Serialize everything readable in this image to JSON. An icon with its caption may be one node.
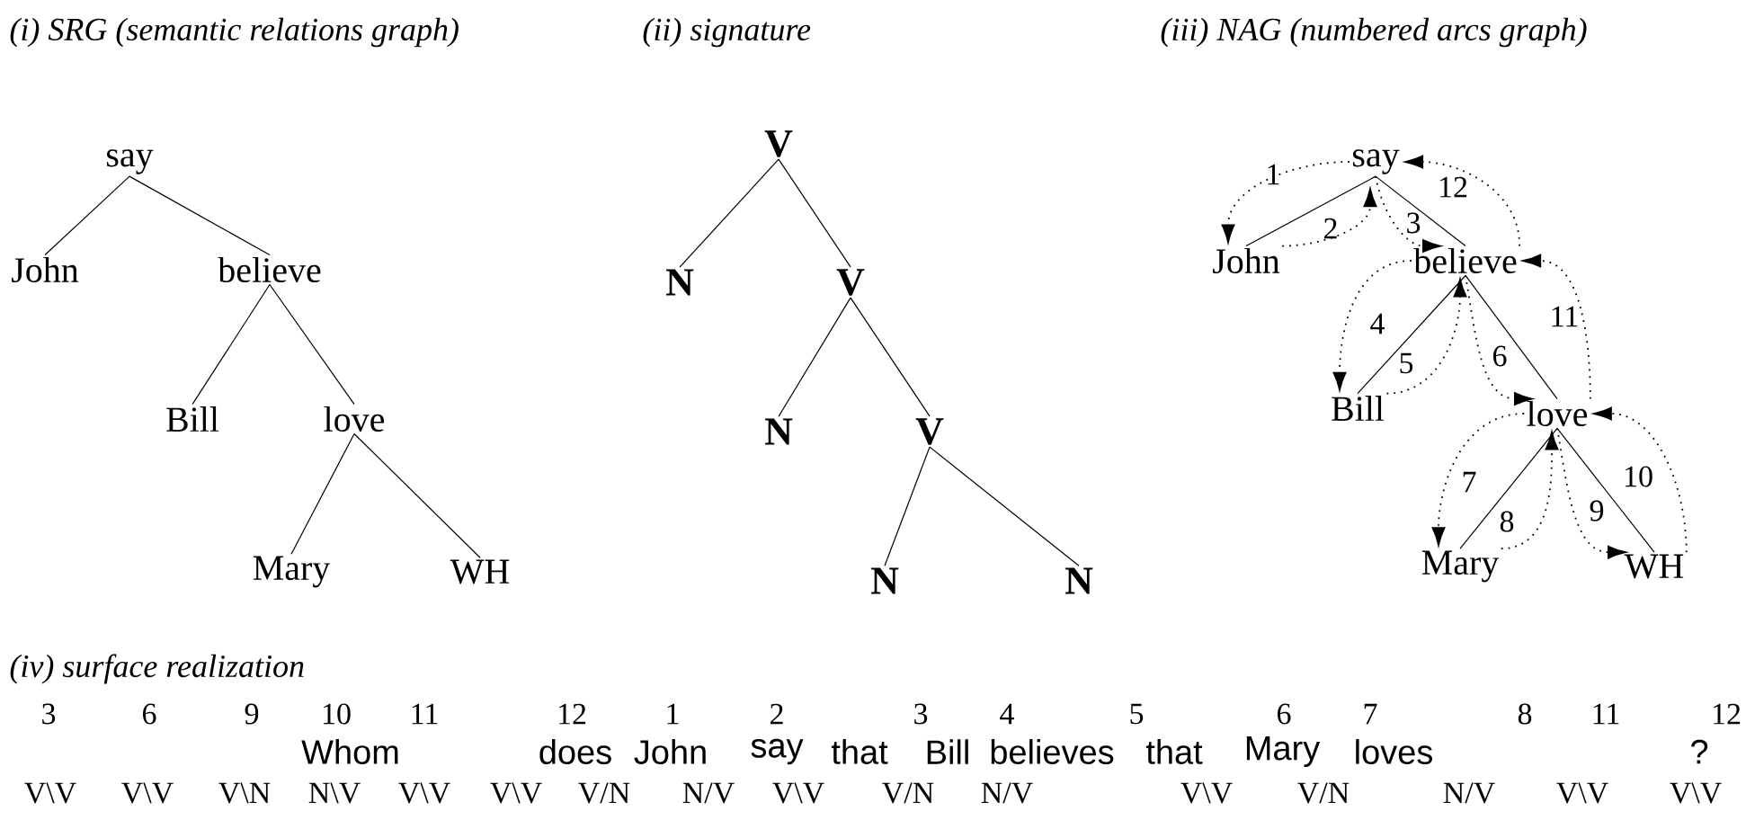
{
  "diagram": {
    "nodes": [
      {
        "text": [
          "say"
        ]
      },
      {
        "text": [
          "John"
        ]
      },
      {
        "text": [
          "believe"
        ]
      },
      {
        "text": [
          "Bill"
        ]
      },
      {
        "text": [
          "love"
        ]
      },
      {
        "text": [
          "Mary"
        ]
      },
      {
        "text": [
          "WH"
        ]
      },
      {
        "text": [
          "V"
        ]
      },
      {
        "text": [
          "N"
        ]
      },
      {
        "text": [
          "V"
        ]
      },
      {
        "text": [
          "N"
        ]
      },
      {
        "text": [
          "V"
        ]
      },
      {
        "text": [
          "N"
        ]
      },
      {
        "text": [
          "N"
        ]
      },
      {
        "text": [
          "say"
        ]
      },
      {
        "text": [
          "John"
        ]
      },
      {
        "text": [
          "believe"
        ]
      },
      {
        "text": [
          "Bill"
        ]
      },
      {
        "text": [
          "love"
        ]
      },
      {
        "text": [
          "Mary"
        ]
      },
      {
        "text": [
          "WH"
        ]
      }
    ],
    "edges": [
      {
        "from": 0,
        "to": 1,
        "arrow": "none"
      },
      {
        "from": 0,
        "to": 2,
        "arrow": "none"
      },
      {
        "from": 2,
        "to": 3,
        "arrow": "none"
      },
      {
        "from": 2,
        "to": 4,
        "arrow": "none"
      },
      {
        "from": 4,
        "to": 5,
        "arrow": "none"
      },
      {
        "from": 4,
        "to": 6,
        "arrow": "none"
      },
      {
        "from": 7,
        "to": 8,
        "arrow": "none"
      },
      {
        "from": 7,
        "to": 9,
        "arrow": "none"
      },
      {
        "from": 9,
        "to": 10,
        "arrow": "none"
      },
      {
        "from": 9,
        "to": 11,
        "arrow": "none"
      },
      {
        "from": 11,
        "to": 12,
        "arrow": "none"
      },
      {
        "from": 11,
        "to": 13,
        "arrow": "none"
      },
      {
        "from": 14,
        "to": 15,
        "arrow": "none"
      },
      {
        "from": 14,
        "to": 16,
        "arrow": "none"
      },
      {
        "from": 16,
        "to": 17,
        "arrow": "none"
      },
      {
        "from": 16,
        "to": 18,
        "arrow": "none"
      },
      {
        "from": 18,
        "to": 19,
        "arrow": "none"
      },
      {
        "from": 18,
        "to": 20,
        "arrow": "none"
      },
      {
        "from": 14,
        "to": 15,
        "arrow": "to",
        "label": "1",
        "style": "dashed"
      },
      {
        "from": 15,
        "to": 14,
        "arrow": "to",
        "label": "2",
        "style": "dashed"
      },
      {
        "from": 14,
        "to": 16,
        "arrow": "to",
        "label": "3",
        "style": "dashed"
      },
      {
        "from": 16,
        "to": 17,
        "arrow": "to",
        "label": "4",
        "style": "dashed"
      },
      {
        "from": 17,
        "to": 16,
        "arrow": "to",
        "label": "5",
        "style": "dashed"
      },
      {
        "from": 16,
        "to": 18,
        "arrow": "to",
        "label": "6",
        "style": "dashed"
      },
      {
        "from": 18,
        "to": 19,
        "arrow": "to",
        "label": "7",
        "style": "dashed"
      },
      {
        "from": 19,
        "to": 18,
        "arrow": "to",
        "label": "8",
        "style": "dashed"
      },
      {
        "from": 18,
        "to": 20,
        "arrow": "to",
        "label": "9",
        "style": "dashed"
      },
      {
        "from": 20,
        "to": 18,
        "arrow": "to",
        "label": "10",
        "style": "dashed"
      },
      {
        "from": 18,
        "to": 16,
        "arrow": "to",
        "label": "11",
        "style": "dashed"
      },
      {
        "from": 16,
        "to": 14,
        "arrow": "to",
        "label": "12",
        "style": "dashed"
      }
    ],
    "labels": [
      "(i) SRG (semantic relations graph)",
      "(ii) signature",
      "(iii) NAG (numbered arcs graph)",
      "(iv) surface realization",
      "3",
      "6",
      "9",
      "10",
      "11",
      "12",
      "1",
      "2",
      "3",
      "4",
      "5",
      "6",
      "7",
      "8",
      "11",
      "12",
      "Whom",
      "does",
      "John",
      "say",
      "that",
      "Bill",
      "believes",
      "that",
      "Mary",
      "loves",
      "?",
      "V\\V",
      "V\\V",
      "V\\N",
      "N\\V",
      "V\\V",
      "V\\V",
      "V/N",
      "N/V",
      "V\\V",
      "V/N",
      "N/V",
      "V\\V",
      "V/N",
      "N/V",
      "V\\V",
      "V\\V"
    ]
  }
}
